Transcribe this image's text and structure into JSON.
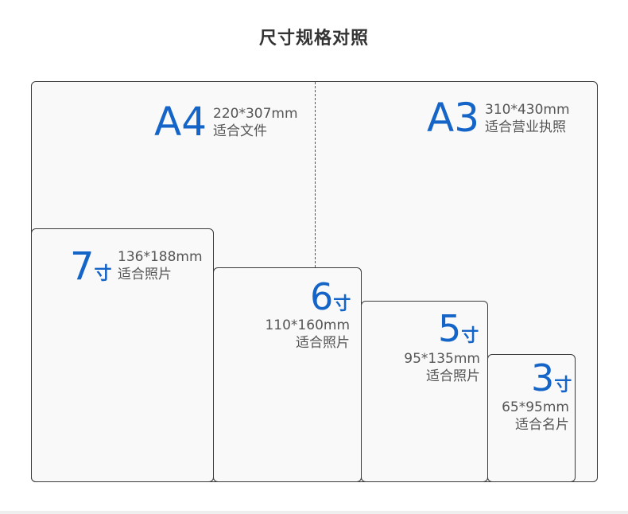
{
  "title": "尺寸规格对照",
  "accent_color": "#1565c8",
  "sizes": {
    "a4": {
      "name": "A4",
      "dims": "220*307mm",
      "use": "适合文件"
    },
    "a3": {
      "name": "A3",
      "dims": "310*430mm",
      "use": "适合营业执照"
    },
    "s7": {
      "num": "7",
      "unit": "寸",
      "dims": "136*188mm",
      "use": "适合照片"
    },
    "s6": {
      "num": "6",
      "unit": "寸",
      "dims": "110*160mm",
      "use": "适合照片"
    },
    "s5": {
      "num": "5",
      "unit": "寸",
      "dims": "95*135mm",
      "use": "适合照片"
    },
    "s3": {
      "num": "3",
      "unit": "寸",
      "dims": "65*95mm",
      "use": "适合名片"
    }
  }
}
